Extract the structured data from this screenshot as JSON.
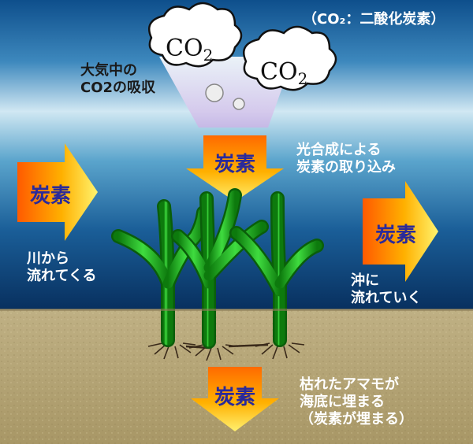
{
  "legend": "（CO₂：二酸化炭素）",
  "clouds": [
    {
      "main": "CO",
      "sub": "2"
    },
    {
      "main": "CO",
      "sub": "2"
    }
  ],
  "captions": {
    "absorption": "大気中の\nCO2の吸収",
    "photosynthesis": "光合成による\n炭素の取り込み",
    "from_river": "川から\n流れてくる",
    "to_offshore": "沖に\n流れていく",
    "buried": "枯れたアマモが\n海底に埋まる\n（炭素が埋まる）"
  },
  "arrows": {
    "top": "炭素",
    "left": "炭素",
    "right": "炭素",
    "bottom": "炭素"
  },
  "colors": {
    "sky_top": "#0e4f8c",
    "sky_bottom": "#cfe6f2",
    "sea_top": "#bfe0ee",
    "sea_bottom": "#0a3468",
    "sediment": "#b9a87a",
    "arrow_start": "#fff3a0",
    "arrow_end": "#f08a00",
    "eelgrass": "#1fb01f"
  }
}
